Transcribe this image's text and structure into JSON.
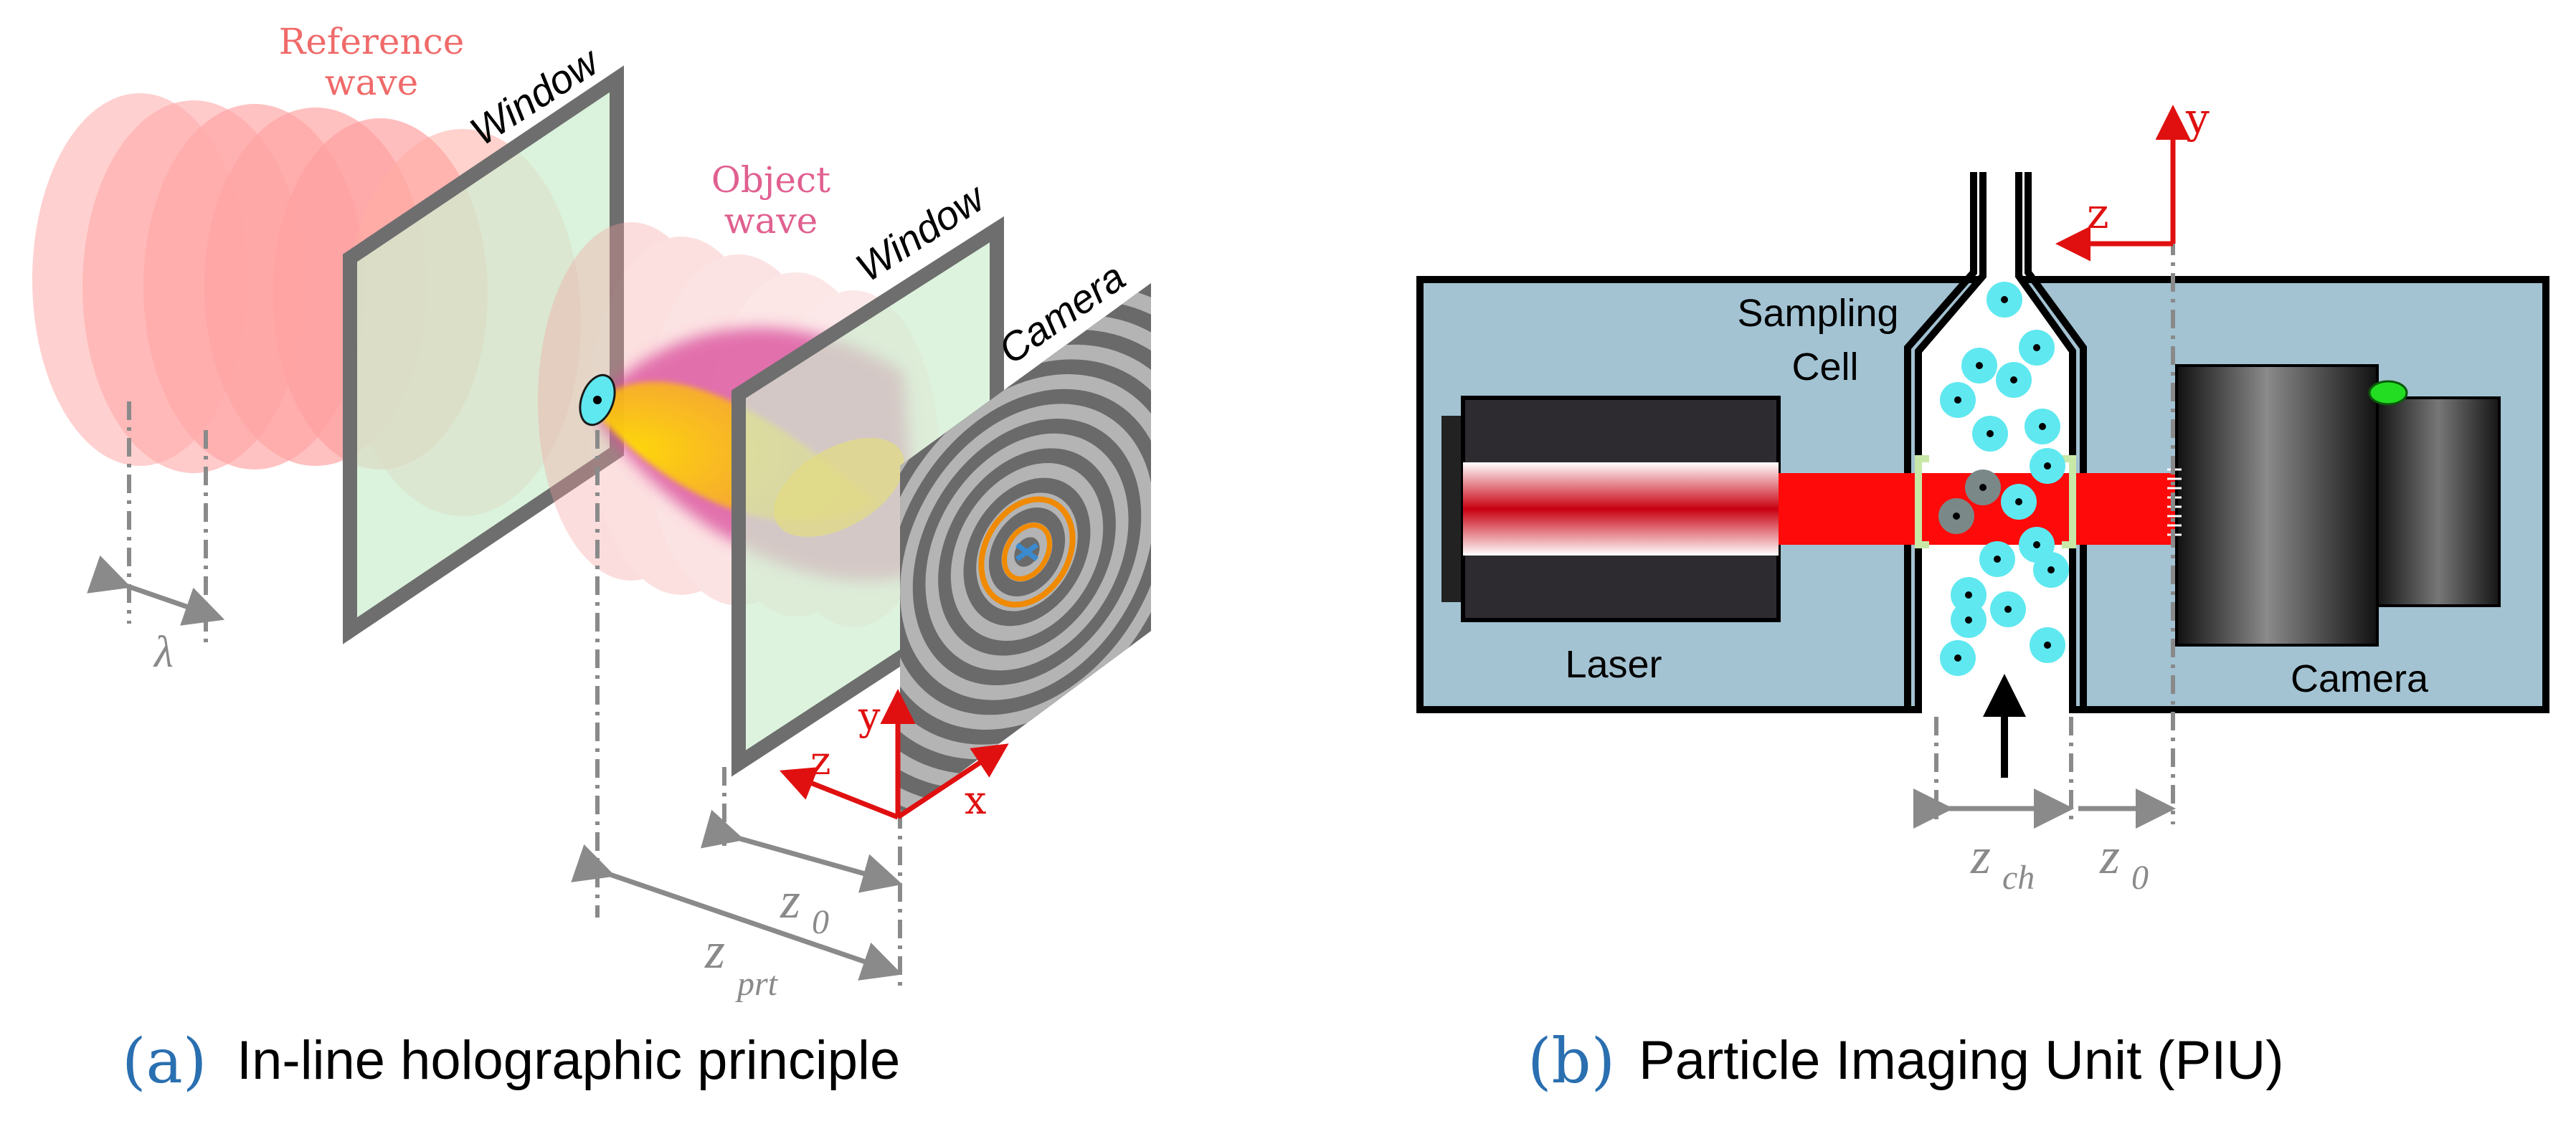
{
  "panel_a": {
    "letter": "(a)",
    "caption": "In-line holographic principle",
    "labels": {
      "reference_wave_l1": "Reference",
      "reference_wave_l2": "wave",
      "object_wave_l1": "Object",
      "object_wave_l2": "wave",
      "window_1": "Window",
      "window_2": "Window",
      "camera": "Camera",
      "lambda": "λ",
      "z0": "z",
      "z0_sub": "0",
      "zprt": "z",
      "zprt_sub": "prt",
      "axis_x": "x",
      "axis_y": "y",
      "axis_z": "z"
    }
  },
  "panel_b": {
    "letter": "(b)",
    "caption": "Particle Imaging Unit (PIU)",
    "labels": {
      "sampling_l1": "Sampling",
      "sampling_l2": "Cell",
      "laser": "Laser",
      "camera": "Camera",
      "axis_y": "y",
      "axis_z": "z",
      "zch": "z",
      "zch_sub": "ch",
      "z0": "z",
      "z0_sub": "0"
    }
  },
  "colors": {
    "reference": "#ff6b6b",
    "object": "#e06090",
    "window_fill": "#cfeed0",
    "frame": "#6e6e6e",
    "dim": "#8a8a8a",
    "axis": "#e01010",
    "panel_bg": "#a3c3d3",
    "particle": "#5fe8f0",
    "caption_letter": "#2a6fb0"
  }
}
